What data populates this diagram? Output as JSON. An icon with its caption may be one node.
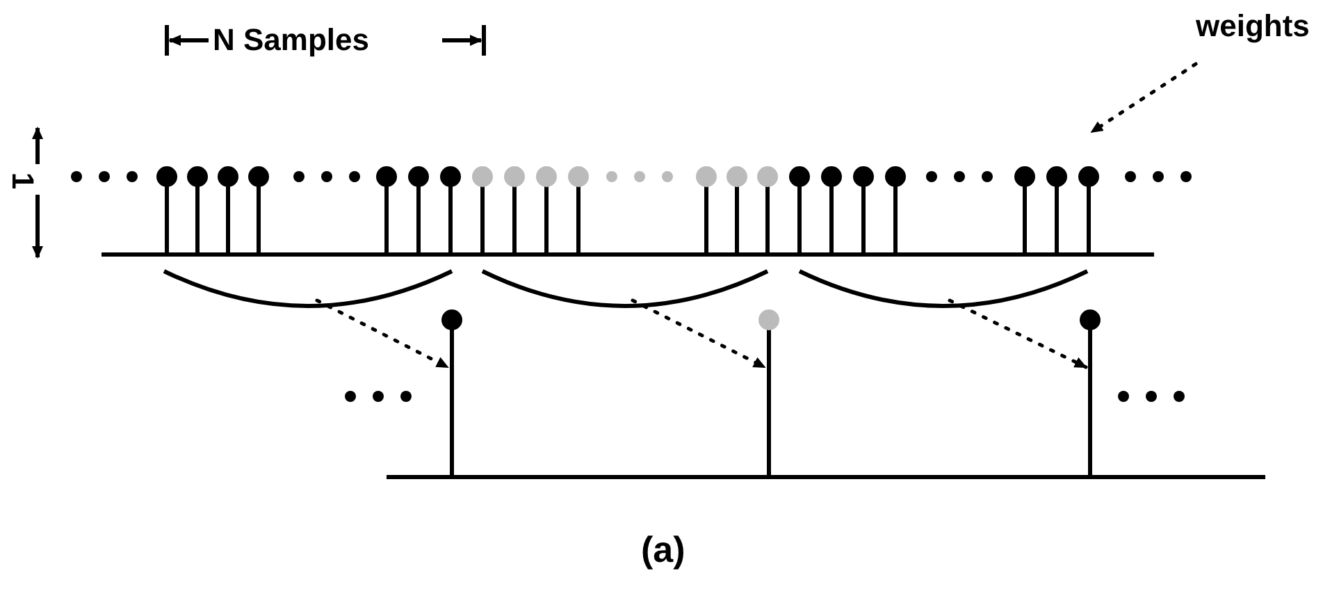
{
  "diagram": {
    "caption": "(a)",
    "nodes": [
      {
        "text": [
          "weights"
        ]
      },
      {
        "text": [],
        "shape": "bar"
      },
      {
        "text": [],
        "shape": "bar"
      },
      {
        "text": [],
        "shape": "bar"
      },
      {
        "text": [],
        "shape": "bar"
      },
      {
        "text": [],
        "shape": "bar"
      },
      {
        "text": [],
        "shape": "bar"
      },
      {
        "text": [],
        "shape": "bar"
      },
      {
        "text": [],
        "shape": "bar"
      },
      {
        "text": [],
        "shape": "bar"
      },
      {
        "text": [],
        "shape": "bar"
      },
      {
        "text": [],
        "shape": "bar"
      },
      {
        "text": [],
        "shape": "bar"
      },
      {
        "text": [],
        "shape": "bar"
      },
      {
        "text": [],
        "shape": "bar"
      },
      {
        "text": [],
        "shape": "bar"
      },
      {
        "text": [],
        "shape": "bar"
      },
      {
        "text": [],
        "shape": "bar"
      },
      {
        "text": [],
        "shape": "bar"
      },
      {
        "text": [],
        "shape": "bar"
      },
      {
        "text": [],
        "shape": "bar"
      },
      {
        "text": [],
        "shape": "bar"
      },
      {
        "text": [],
        "shape": "bracket"
      },
      {
        "text": [],
        "shape": "bracket"
      },
      {
        "text": [],
        "shape": "bracket"
      },
      {
        "text": [],
        "shape": "bar"
      },
      {
        "text": [],
        "shape": "bar"
      },
      {
        "text": [],
        "shape": "bar"
      }
    ],
    "edges": [
      {
        "from": 0,
        "to": 21,
        "arrow": "to",
        "style": "dashed"
      },
      {
        "from": 22,
        "to": 25,
        "arrow": "to",
        "style": "dashed"
      },
      {
        "from": 23,
        "to": 26,
        "arrow": "to",
        "style": "dashed"
      },
      {
        "from": 24,
        "to": 27,
        "arrow": "to",
        "style": "dashed"
      }
    ],
    "labels": [
      "N Samples",
      "1"
    ]
  }
}
